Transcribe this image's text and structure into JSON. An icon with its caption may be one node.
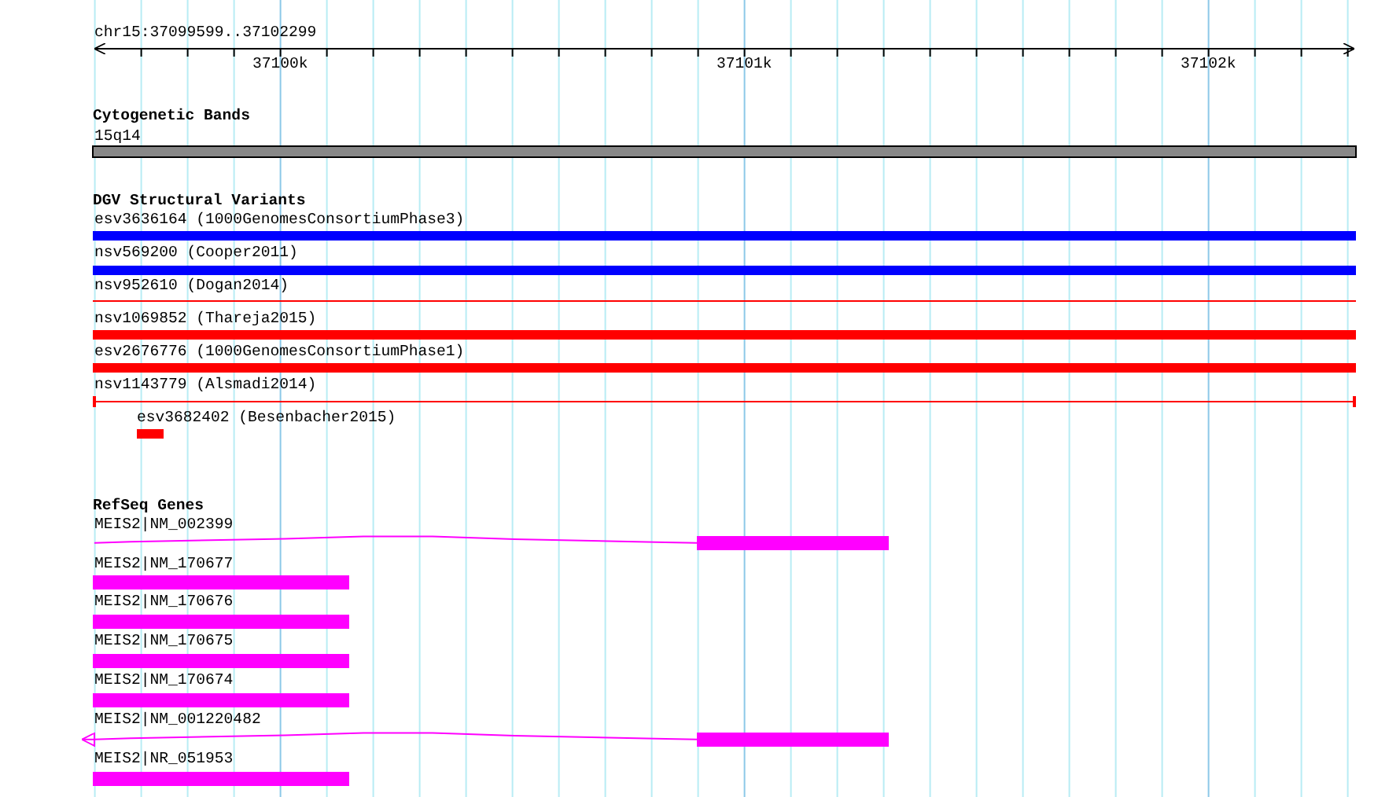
{
  "diagram": {
    "title": "chr15:37099599..37102299",
    "labels": [
      "37100k",
      "37101k",
      "37102k",
      "Cytogenetic Bands",
      "15q14",
      "DGV Structural Variants",
      "esv3636164 (1000GenomesConsortiumPhase3)",
      "nsv569200 (Cooper2011)",
      "nsv952610 (Dogan2014)",
      "nsv1069852 (Thareja2015)",
      "esv2676776 (1000GenomesConsortiumPhase1)",
      "nsv1143779 (Alsmadi2014)",
      "esv3682402 (Besenbacher2015)",
      "RefSeq Genes",
      "MEIS2|NM_002399",
      "MEIS2|NM_170677",
      "MEIS2|NM_170676",
      "MEIS2|NM_170675",
      "MEIS2|NM_170674",
      "MEIS2|NM_001220482",
      "MEIS2|NR_051953"
    ]
  }
}
